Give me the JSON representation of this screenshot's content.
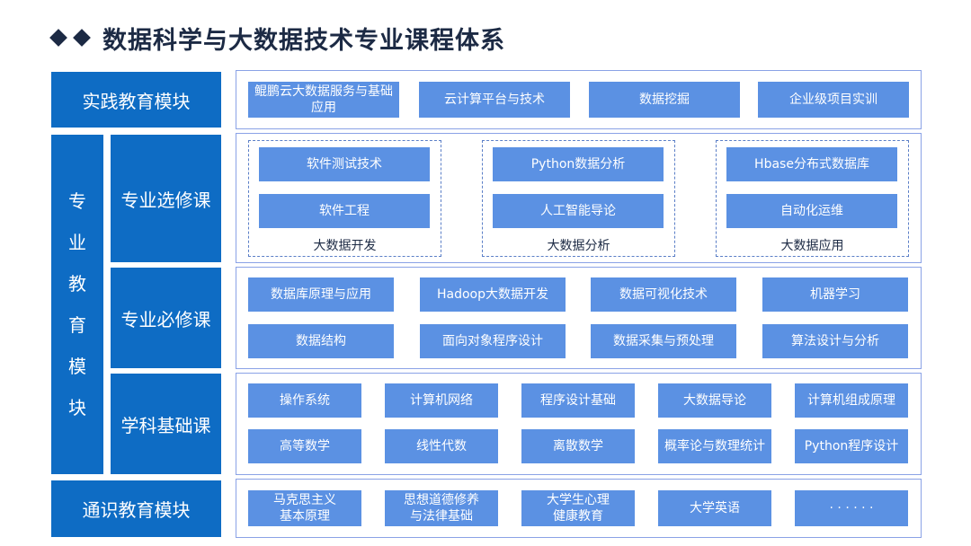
{
  "title": "数据科学与大数据技术专业课程体系",
  "labels": {
    "practice": "实践教育模块",
    "professional_chars": [
      "专",
      "业",
      "教",
      "育",
      "模",
      "块"
    ],
    "elective": "专业选修课",
    "required": "专业必修课",
    "foundation": "学科基础课",
    "general": "通识教育模块"
  },
  "practice_courses": [
    {
      "l1": "鲲鹏云大数据服务与基础",
      "l2": "应用"
    },
    {
      "l1": "云计算平台与技术",
      "l2": ""
    },
    {
      "l1": "数据挖掘",
      "l2": ""
    },
    {
      "l1": "企业级项目实训",
      "l2": ""
    }
  ],
  "elective_groups": [
    {
      "courses": [
        "软件测试技术",
        "软件工程"
      ],
      "name": "大数据开发"
    },
    {
      "courses": [
        "Python数据分析",
        "人工智能导论"
      ],
      "name": "大数据分析"
    },
    {
      "courses": [
        "Hbase分布式数据库",
        "自动化运维"
      ],
      "name": "大数据应用"
    }
  ],
  "required_courses": [
    [
      "数据库原理与应用",
      "Hadoop大数据开发",
      "数据可视化技术",
      "机器学习"
    ],
    [
      "数据结构",
      "面向对象程序设计",
      "数据采集与预处理",
      "算法设计与分析"
    ]
  ],
  "foundation_courses": [
    [
      "操作系统",
      "计算机网络",
      "程序设计基础",
      "大数据导论",
      "计算机组成原理"
    ],
    [
      "高等数学",
      "线性代数",
      "离散数学",
      "概率论与数理统计",
      "Python程序设计"
    ]
  ],
  "general_courses": [
    {
      "l1": "马克思主义",
      "l2": "基本原理"
    },
    {
      "l1": "思想道德修养",
      "l2": "与法律基础"
    },
    {
      "l1": "大学生心理",
      "l2": "健康教育"
    },
    {
      "l1": "大学英语",
      "l2": ""
    },
    {
      "l1": "· · · · · ·",
      "l2": ""
    }
  ]
}
